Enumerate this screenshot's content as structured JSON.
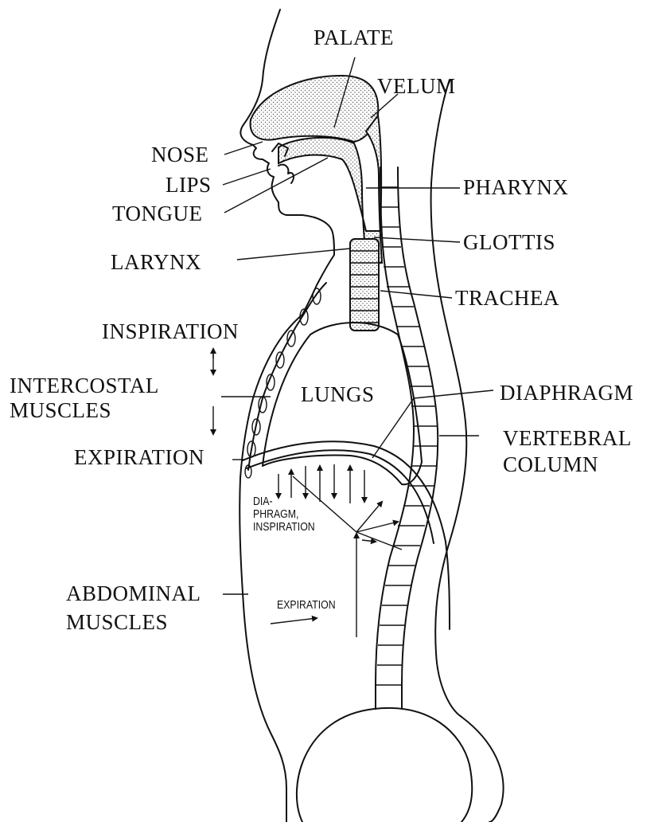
{
  "labels": {
    "palate": "PALATE",
    "velum": "VELUM",
    "nose": "NOSE",
    "lips": "LIPS",
    "tongue": "TONGUE",
    "pharynx": "PHARYNX",
    "larynx": "LARYNX",
    "glottis": "GLOTTIS",
    "trachea": "TRACHEA",
    "inspiration": "INSPIRATION",
    "intercostal_line1": "INTERCOSTAL",
    "intercostal_line2": "MUSCLES",
    "lungs": "LUNGS",
    "diaphragm": "DIAPHRAGM",
    "vertebral_line1": "VERTEBRAL",
    "vertebral_line2": "COLUMN",
    "expiration": "EXPIRATION",
    "dia_line1": "DIA-",
    "dia_line2": "PHRAGM,",
    "dia_line3": "INSPIRATION",
    "abdominal_line1": "ABDOMINAL",
    "abdominal_line2": "MUSCLES",
    "abdominal_expiration": "EXPIRATION"
  }
}
